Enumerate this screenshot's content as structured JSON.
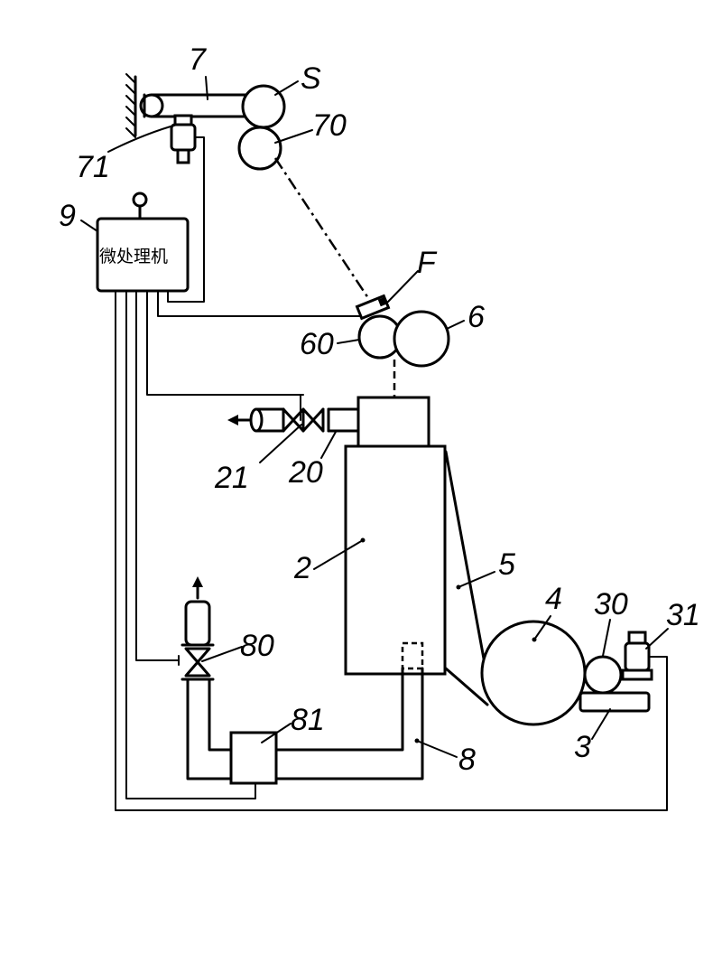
{
  "diagram": {
    "microprocessor_text": "微处理机",
    "labels": {
      "l7": "7",
      "lS": "S",
      "l70": "70",
      "l71": "71",
      "l9": "9",
      "lF": "F",
      "l6": "6",
      "l60": "60",
      "l21": "21",
      "l20": "20",
      "l2": "2",
      "l5": "5",
      "l4": "4",
      "l30": "30",
      "l31": "31",
      "l80": "80",
      "l81": "81",
      "l3": "3",
      "l8": "8"
    }
  }
}
